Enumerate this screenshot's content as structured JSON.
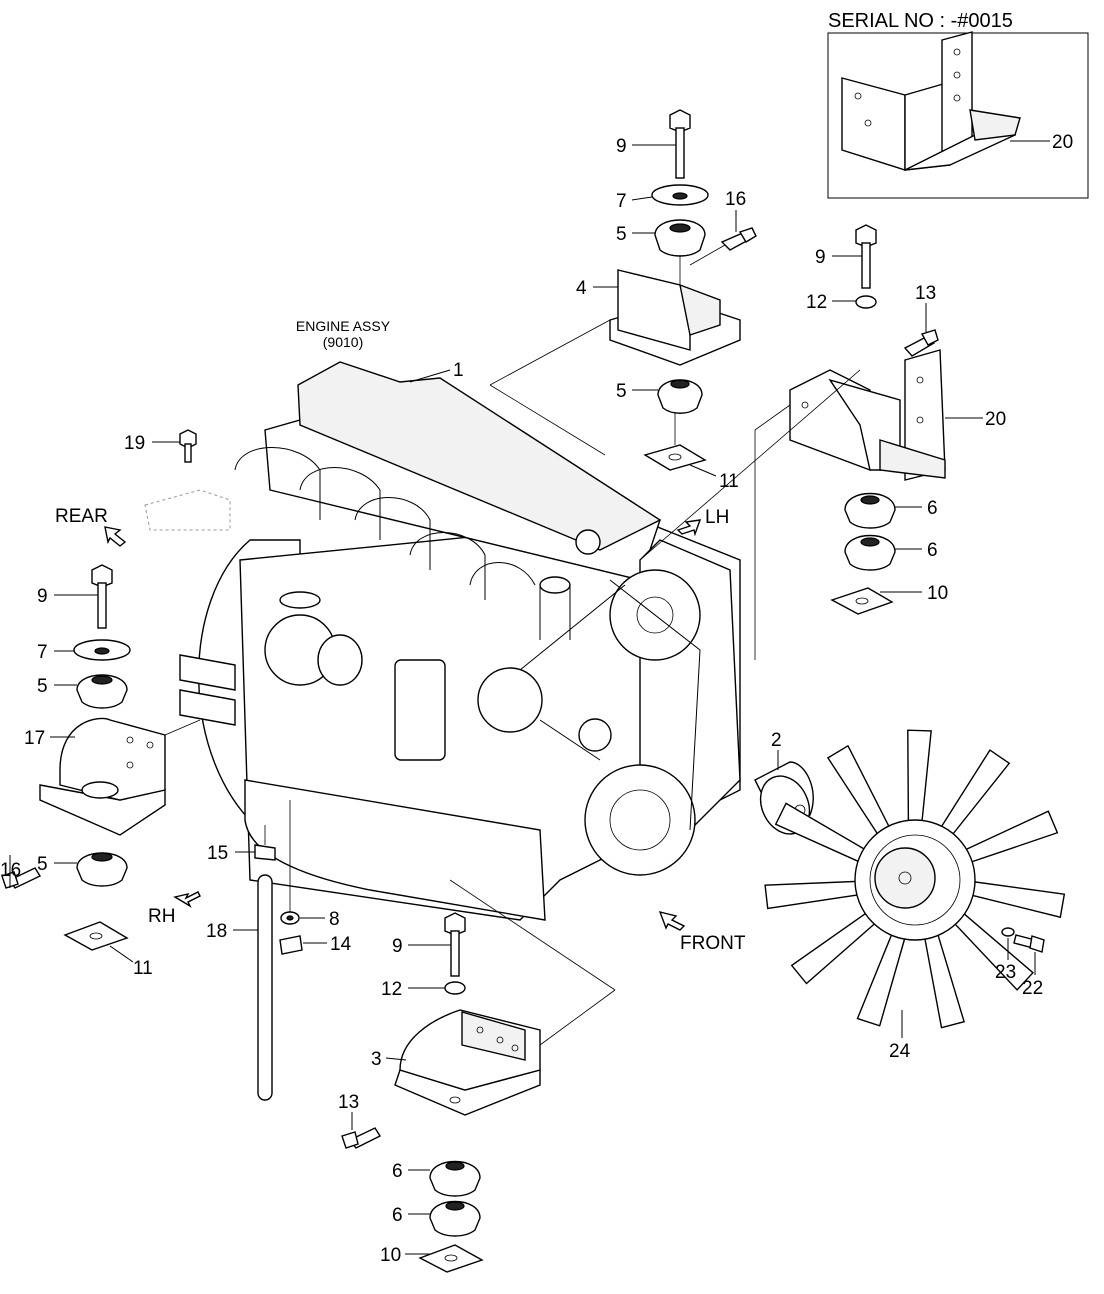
{
  "header": {
    "serial_label": "SERIAL NO : -#0015"
  },
  "engine_assy": {
    "name": "ENGINE ASSY",
    "code": "(9010)"
  },
  "directions": {
    "rear": "REAR",
    "lh": "LH",
    "rh": "RH",
    "front": "FRONT"
  },
  "callouts": {
    "c1": "1",
    "c2": "2",
    "c3": "3",
    "c4": "4",
    "c5a": "5",
    "c5b": "5",
    "c5c": "5",
    "c5d": "5",
    "c6a": "6",
    "c6b": "6",
    "c6c": "6",
    "c6d": "6",
    "c7a": "7",
    "c7b": "7",
    "c8": "8",
    "c9a": "9",
    "c9b": "9",
    "c9c": "9",
    "c9d": "9",
    "c10a": "10",
    "c10b": "10",
    "c11a": "11",
    "c11b": "11",
    "c12a": "12",
    "c12b": "12",
    "c13a": "13",
    "c13b": "13",
    "c14": "14",
    "c15": "15",
    "c16a": "16",
    "c16b": "16",
    "c17": "17",
    "c18": "18",
    "c19": "19",
    "c20a": "20",
    "c20b": "20",
    "c22": "22",
    "c23": "23",
    "c24": "24"
  }
}
